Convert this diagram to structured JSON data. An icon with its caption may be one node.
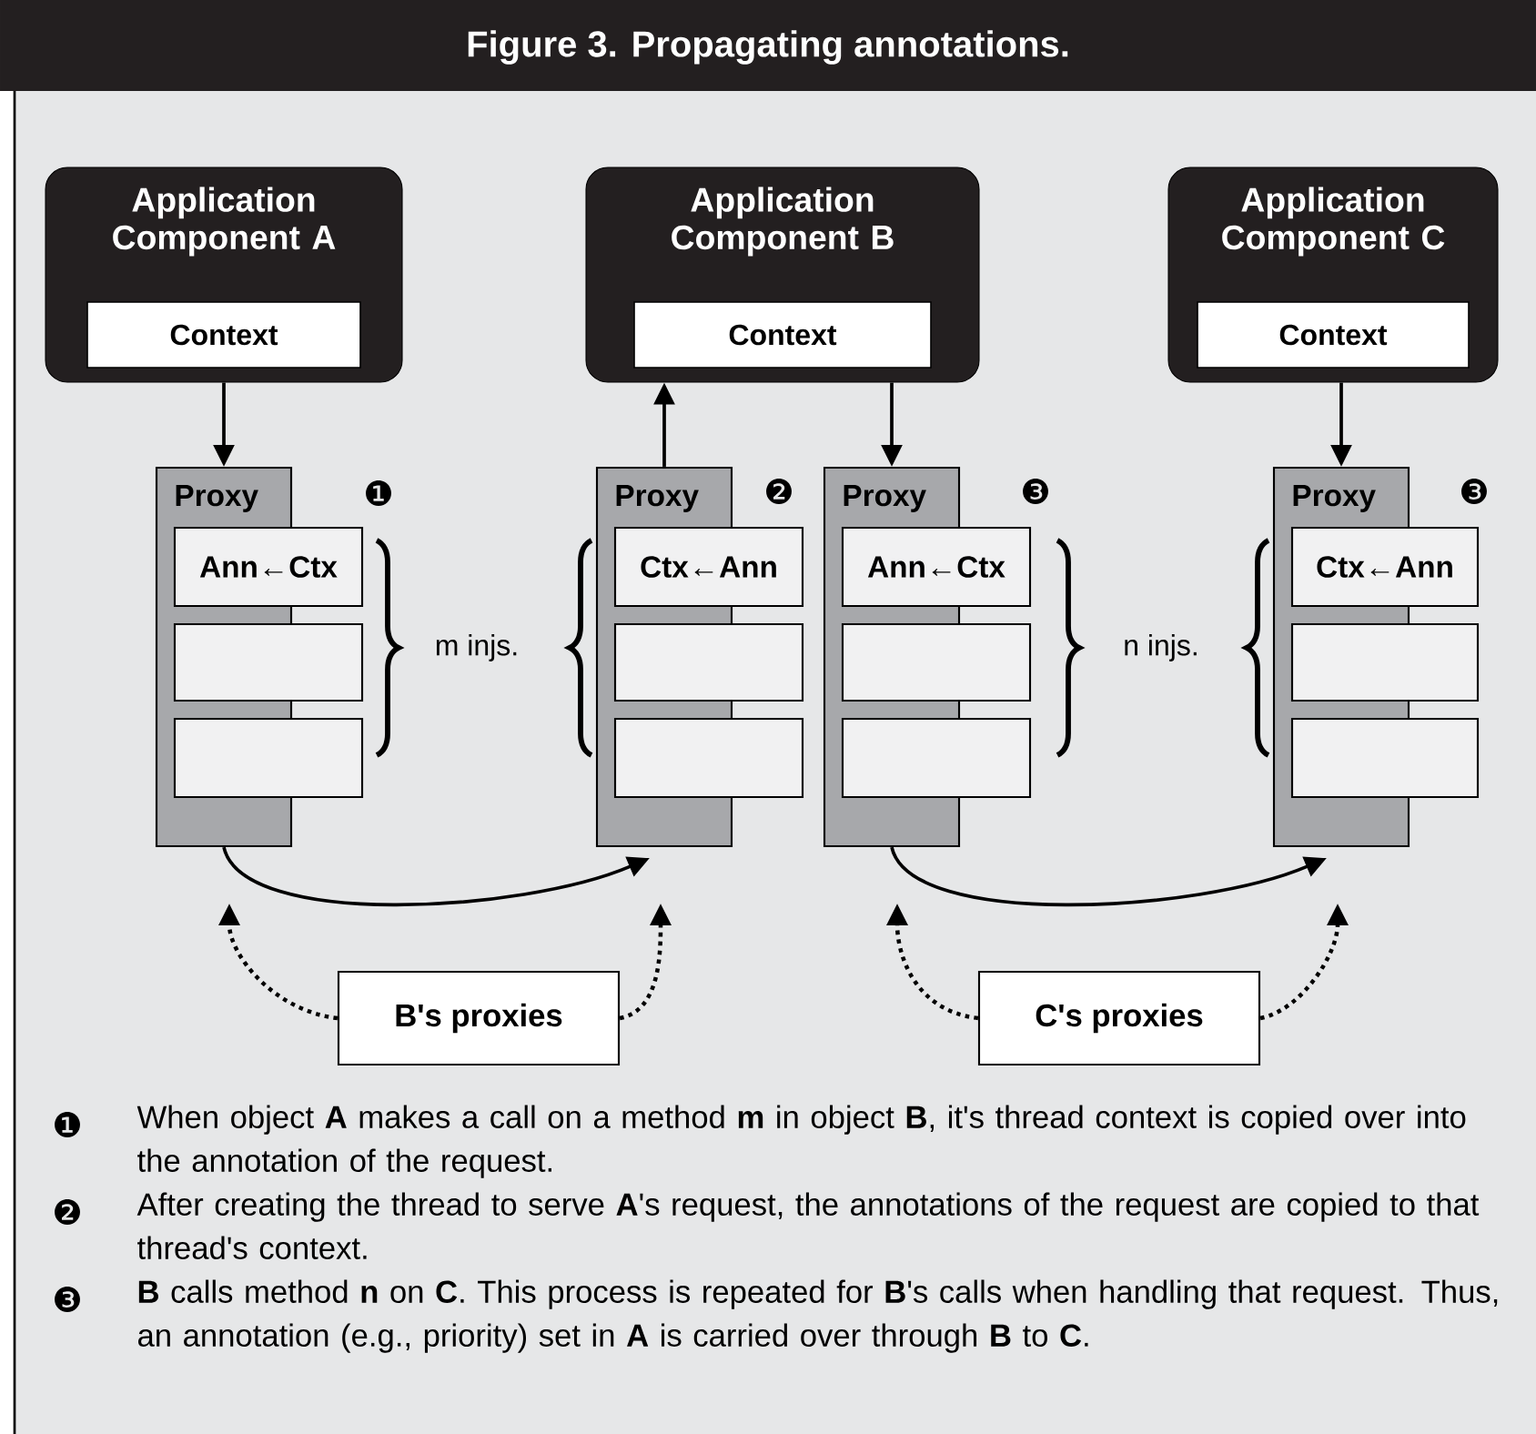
{
  "diagram": {
    "title": "Figure 3. Propagating annotations.",
    "nodes": [
      {
        "text": [
          "Application Component A"
        ]
      },
      {
        "text": [
          "Context"
        ],
        "in": 0
      },
      {
        "text": [
          "Application Component B"
        ]
      },
      {
        "text": [
          "Context"
        ],
        "in": 2
      },
      {
        "text": [
          "Application Component C"
        ]
      },
      {
        "text": [
          "Context"
        ],
        "in": 4
      },
      {
        "text": [
          "Proxy"
        ]
      },
      {
        "text": [
          "Ann←Ctx"
        ]
      },
      {
        "text": [],
        "shape": "box"
      },
      {
        "text": [],
        "shape": "box"
      },
      {
        "text": [
          "Proxy"
        ]
      },
      {
        "text": [
          "Ctx←Ann"
        ]
      },
      {
        "text": [],
        "shape": "box"
      },
      {
        "text": [],
        "shape": "box"
      },
      {
        "text": [
          "Proxy"
        ]
      },
      {
        "text": [
          "Ann←Ctx"
        ]
      },
      {
        "text": [],
        "shape": "box"
      },
      {
        "text": [],
        "shape": "box"
      },
      {
        "text": [
          "Proxy"
        ]
      },
      {
        "text": [
          "Ctx←Ann"
        ]
      },
      {
        "text": [],
        "shape": "box"
      },
      {
        "text": [],
        "shape": "box"
      },
      {
        "text": [
          "B's proxies"
        ]
      },
      {
        "text": [
          "C's proxies"
        ]
      }
    ],
    "edges": [
      {
        "from": 0,
        "to": 6,
        "arrow": "to"
      },
      {
        "from": 10,
        "to": 2,
        "arrow": "to"
      },
      {
        "from": 2,
        "to": 14,
        "arrow": "to"
      },
      {
        "from": 4,
        "to": 18,
        "arrow": "to"
      },
      {
        "from": 6,
        "to": 10,
        "arrow": "to"
      },
      {
        "from": 14,
        "to": 18,
        "arrow": "to"
      },
      {
        "from": 22,
        "to": 6,
        "arrow": "to",
        "style": "dashed"
      },
      {
        "from": 22,
        "to": 10,
        "arrow": "to",
        "style": "dashed"
      },
      {
        "from": 23,
        "to": 14,
        "arrow": "to",
        "style": "dashed"
      },
      {
        "from": 23,
        "to": 18,
        "arrow": "to",
        "style": "dashed"
      }
    ],
    "labels": [
      "❶",
      "❷",
      "❸",
      "❸",
      "m injs.",
      "n injs.",
      "❶",
      "When object **A** makes a call on a method **m** in object **B**, it's thread context is copied over into the annotation of the request.",
      "❷",
      "After creating the thread to serve **A**'s request, the annotations of the request are copied to that thread's context.",
      "❸",
      "**B** calls method **n** on **C**. This process is repeated for **B**'s calls when handling that request. Thus, an annotation (e.g., priority) set in **A** is carried over through **B** to **C**."
    ]
  }
}
